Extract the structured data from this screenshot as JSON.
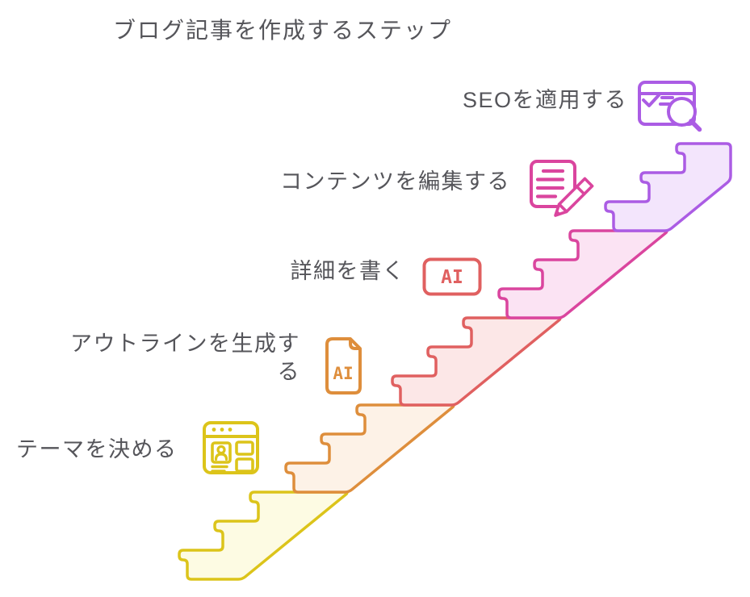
{
  "title": "ブログ記事を作成するステップ",
  "colors": {
    "text": "#55555a",
    "background": "#ffffff"
  },
  "diagram": {
    "type": "staircase",
    "direction": "ascending-to-right",
    "segments": 5,
    "steps_per_segment": 3
  },
  "steps": [
    {
      "label": "テーマを決める",
      "icon": "browser-layout-icon",
      "color": "#dcc41a",
      "fill": "#fdfbe3"
    },
    {
      "label": "アウトラインを生成する",
      "icon": "ai-file-icon",
      "badge": "AI",
      "color": "#de8e3c",
      "fill": "#fdf2e7"
    },
    {
      "label": "詳細を書く",
      "icon": "ai-badge-icon",
      "badge": "AI",
      "color": "#e06060",
      "fill": "#fce7e7"
    },
    {
      "label": "コンテンツを編集する",
      "icon": "document-pencil-icon",
      "color": "#da459e",
      "fill": "#fbe3f3"
    },
    {
      "label": "SEOを適用する",
      "icon": "browser-search-icon",
      "color": "#ab5ce4",
      "fill": "#f3e5fc"
    }
  ]
}
